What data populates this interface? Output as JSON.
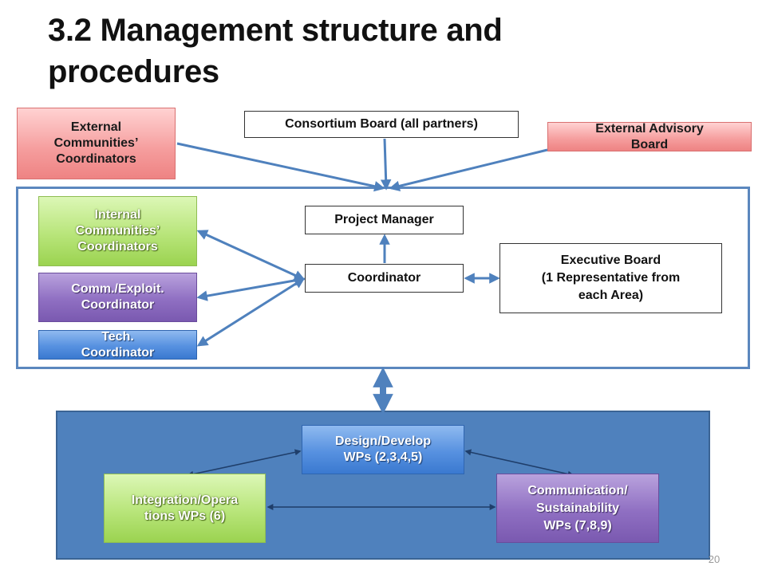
{
  "slide": {
    "title": "3.2 Management structure and\nprocedures",
    "page_number": "20"
  },
  "boxes": {
    "external_communities": "External\nCommunities’\nCoordinators",
    "consortium_board": "Consortium Board (all partners)",
    "external_advisory": "External Advisory\nBoard",
    "internal_communities": "Internal\nCommunities’\nCoordinators",
    "comm_exploit": "Comm./Exploit.\nCoordinator",
    "tech": "Tech.\nCoordinator",
    "project_manager": "Project Manager",
    "coordinator": "Coordinator",
    "executive_board": "Executive Board\n(1 Representative from\neach Area)",
    "design_develop": "Design/Develop\nWPs (2,3,4,5)",
    "integration": "Integration/Opera\ntions WPs (6)",
    "communication": "Communication/\nSustainability\nWPs (7,8,9)"
  },
  "colors": {
    "arrow": "#4f81bd",
    "panel_border": "#5b87be",
    "panel_fill": "#4f81bd",
    "pink": "#f59c9c",
    "green": "#b8e57a",
    "purple": "#8f6fc2",
    "blue": "#5791e0"
  }
}
